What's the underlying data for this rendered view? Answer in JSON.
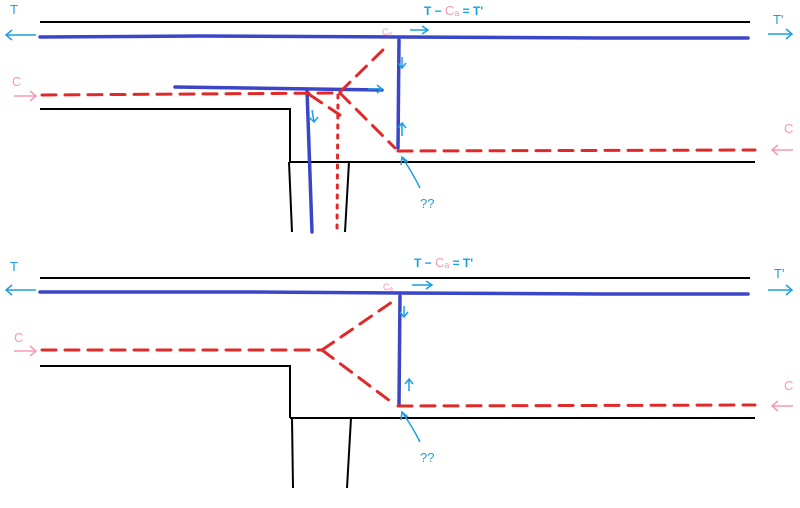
{
  "diagrams": [
    {
      "label_T_left": "T",
      "label_T_right": "T'",
      "label_C_left": "C",
      "label_C_right": "C",
      "label_equation_part1": "T − ",
      "label_equation_ca": "Cₐ",
      "label_equation_part2": " = T'",
      "label_node": "Cₐ",
      "label_question": "??"
    },
    {
      "label_T_left": "T",
      "label_T_right": "T'",
      "label_C_left": "C",
      "label_C_right": "C",
      "label_equation_part1": "T − ",
      "label_equation_ca": "Cₐ",
      "label_equation_part2": " = T'",
      "label_node": "Cₐ",
      "label_question": "??"
    }
  ],
  "colors": {
    "blue_line": "#3a45c8",
    "red_dashed": "#e02a2a",
    "cyan_label": "#1aa0e0",
    "pink_label": "#f29bb6",
    "wall": "#000000"
  }
}
